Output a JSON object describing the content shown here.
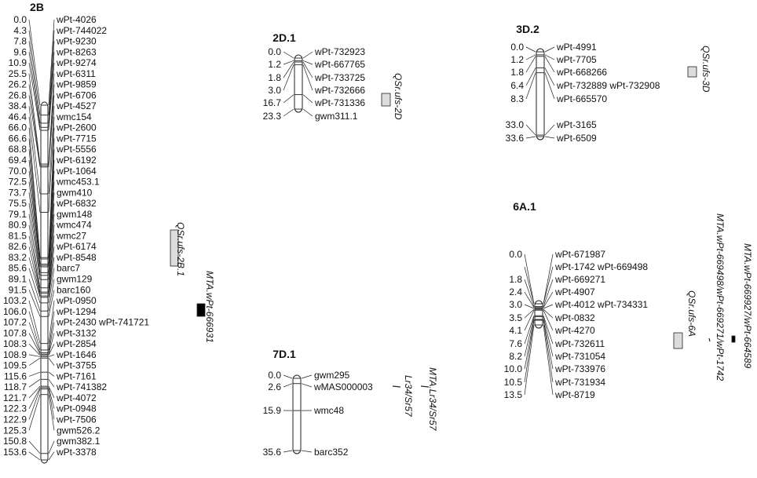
{
  "colors": {
    "qtl_fill": "#dcdcdc",
    "mta_fill": "#000000",
    "line": "#222222"
  },
  "linkage_groups": [
    {
      "name": "2B",
      "markers": [
        {
          "pos": "0.0",
          "name": "wPt-4026"
        },
        {
          "pos": "4.3",
          "name": "wPt-744022"
        },
        {
          "pos": "7.8",
          "name": "wPt-9230"
        },
        {
          "pos": "9.6",
          "name": "wPt-8263"
        },
        {
          "pos": "10.9",
          "name": "wPt-9274"
        },
        {
          "pos": "25.5",
          "name": "wPt-6311"
        },
        {
          "pos": "26.2",
          "name": "wPt-9859"
        },
        {
          "pos": "26.8",
          "name": "wPt-6706"
        },
        {
          "pos": "38.4",
          "name": "wPt-4527"
        },
        {
          "pos": "46.4",
          "name": "wmc154"
        },
        {
          "pos": "66.0",
          "name": "wPt-2600"
        },
        {
          "pos": "66.6",
          "name": "wPt-7715"
        },
        {
          "pos": "68.8",
          "name": "wPt-5556"
        },
        {
          "pos": "69.4",
          "name": "wPt-6192"
        },
        {
          "pos": "70.0",
          "name": "wPt-1064"
        },
        {
          "pos": "72.5",
          "name": "wmc453.1"
        },
        {
          "pos": "73.7",
          "name": "gwm410"
        },
        {
          "pos": "75.5",
          "name": "wPt-6832"
        },
        {
          "pos": "79.1",
          "name": "gwm148"
        },
        {
          "pos": "80.9",
          "name": "wmc474"
        },
        {
          "pos": "81.5",
          "name": "wmc27"
        },
        {
          "pos": "82.6",
          "name": "wPt-6174"
        },
        {
          "pos": "83.2",
          "name": "wPt-8548"
        },
        {
          "pos": "85.6",
          "name": "barc7"
        },
        {
          "pos": "89.1",
          "name": "gwm129"
        },
        {
          "pos": "91.5",
          "name": "barc160"
        },
        {
          "pos": "103.2",
          "name": "wPt-0950"
        },
        {
          "pos": "106.0",
          "name": "wPt-1294"
        },
        {
          "pos": "107.2",
          "name": "wPt-2430 wPt-741721"
        },
        {
          "pos": "107.8",
          "name": "wPt-3132"
        },
        {
          "pos": "108.3",
          "name": "wPt-2854"
        },
        {
          "pos": "108.9",
          "name": "wPt-1646"
        },
        {
          "pos": "109.5",
          "name": "wPt-3755"
        },
        {
          "pos": "115.6",
          "name": "wPt-7161"
        },
        {
          "pos": "118.7",
          "name": "wPt-741382"
        },
        {
          "pos": "121.7",
          "name": "wPt-4072"
        },
        {
          "pos": "122.3",
          "name": "wPt-0948"
        },
        {
          "pos": "122.9",
          "name": "wPt-7506"
        },
        {
          "pos": "125.3",
          "name": "gwm526.2"
        },
        {
          "pos": "150.8",
          "name": "gwm382.1"
        },
        {
          "pos": "153.6",
          "name": "wPt-3378"
        }
      ],
      "qtls": [
        {
          "label": "QSr.ufs-2B.1",
          "style": "box"
        },
        {
          "label": "MTA.wPt-666931",
          "style": "solid"
        }
      ]
    },
    {
      "name": "2D.1",
      "markers": [
        {
          "pos": "0.0",
          "name": "wPt-732923"
        },
        {
          "pos": "1.2",
          "name": "wPt-667765"
        },
        {
          "pos": "1.8",
          "name": "wPt-733725"
        },
        {
          "pos": "3.0",
          "name": "wPt-732666"
        },
        {
          "pos": "16.7",
          "name": "wPt-731336"
        },
        {
          "pos": "23.3",
          "name": "gwm311.1"
        }
      ],
      "qtls": [
        {
          "label": "QSr.ufs-2D",
          "style": "box"
        }
      ]
    },
    {
      "name": "3D.2",
      "markers": [
        {
          "pos": "0.0",
          "name": "wPt-4991"
        },
        {
          "pos": "1.2",
          "name": "wPt-7705"
        },
        {
          "pos": "1.8",
          "name": "wPt-668266"
        },
        {
          "pos": "6.4",
          "name": "wPt-732889 wPt-732908"
        },
        {
          "pos": "8.3",
          "name": "wPt-665570"
        },
        {
          "pos": "33.0",
          "name": "wPt-3165"
        },
        {
          "pos": "33.6",
          "name": "wPt-6509"
        }
      ],
      "qtls": [
        {
          "label": "QSr.ufs-3D",
          "style": "box"
        }
      ]
    },
    {
      "name": "6A.1",
      "markers": [
        {
          "pos": "0.0",
          "name": "wPt-671987"
        },
        {
          "pos": "",
          "name": "wPt-1742 wPt-669498"
        },
        {
          "pos": "1.8",
          "name": "wPt-669271"
        },
        {
          "pos": "2.4",
          "name": "wPt-4907"
        },
        {
          "pos": "3.0",
          "name": "wPt-4012 wPt-734331"
        },
        {
          "pos": "3.5",
          "name": "wPt-0832"
        },
        {
          "pos": "4.1",
          "name": "wPt-4270"
        },
        {
          "pos": "7.6",
          "name": "wPt-732611"
        },
        {
          "pos": "8.2",
          "name": "wPt-731054"
        },
        {
          "pos": "10.0",
          "name": "wPt-733976"
        },
        {
          "pos": "10.5",
          "name": "wPt-731934"
        },
        {
          "pos": "13.5",
          "name": "wPt-8719"
        }
      ],
      "qtls": [
        {
          "label": "QSr.ufs-6A",
          "style": "box"
        },
        {
          "label": "MTA.wPt-669498/wPt-669271/wPt-1742",
          "style": "line"
        },
        {
          "label": "MTA.wPt-669927/wPt-664589",
          "style": "solid"
        }
      ]
    },
    {
      "name": "7D.1",
      "markers": [
        {
          "pos": "0.0",
          "name": "gwm295"
        },
        {
          "pos": "2.6",
          "name": "wMAS000003"
        },
        {
          "pos": "15.9",
          "name": "wmc48"
        },
        {
          "pos": "35.6",
          "name": "barc352"
        }
      ],
      "qtls": [
        {
          "label": "Lr34/Sr57",
          "style": "line"
        },
        {
          "label": "MTA.Lr34/Sr57",
          "style": "line"
        }
      ]
    }
  ]
}
